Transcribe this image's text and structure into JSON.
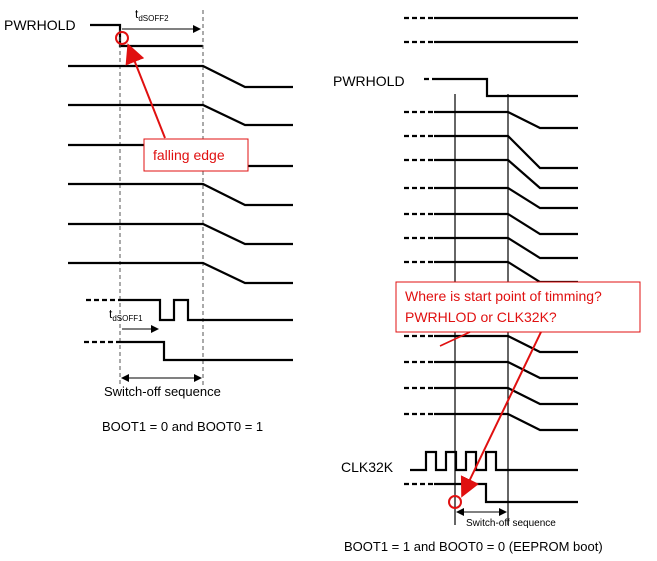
{
  "left_diagram": {
    "pwrhold_label": "PWRHOLD",
    "t_dsoff2_main": "t",
    "t_dsoff2_sub": "dSOFF2",
    "t_dsoff1_main": "t",
    "t_dsoff1_sub": "dSOFF1",
    "sequence_label": "Switch-off sequence",
    "boot_caption": "BOOT1 = 0 and BOOT0 = 1"
  },
  "right_diagram": {
    "pwrhold_label": "PWRHOLD",
    "clk_label": "CLK32K",
    "sequence_label": "Switch-off sequence",
    "boot_caption": "BOOT1 = 1 and BOOT0 = 0 (EEPROM boot)"
  },
  "annotations": {
    "falling_edge": "falling edge",
    "question_line1": "Where is start point of timming?",
    "question_line2": "PWRHLOD or CLK32K?",
    "color": "#e01010"
  }
}
